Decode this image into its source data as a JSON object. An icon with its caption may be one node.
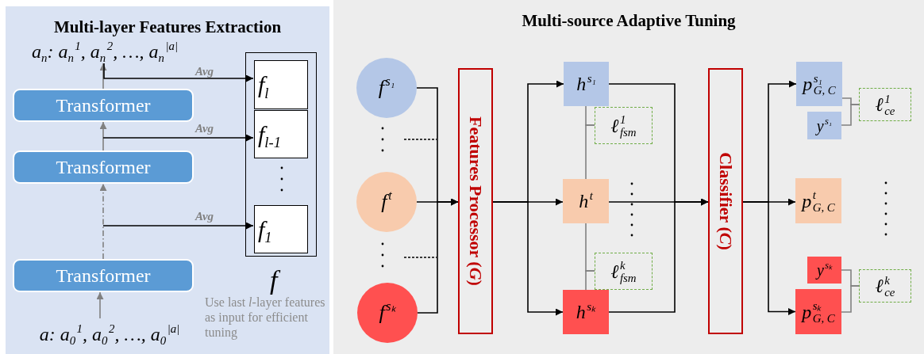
{
  "diagram": {
    "nodes": [
      {
        "text": [
          "Multi-layer Features Extraction"
        ]
      },
      {
        "text": [
          "a$_{n}$: a$_{n}$$^{1}$, a$_{n}$$^{2}$, …, a$_{n}$$^{|a|}$"
        ],
        "in": 0
      },
      {
        "text": [
          "Transformer"
        ],
        "in": 0
      },
      {
        "text": [
          "Transformer"
        ],
        "in": 0
      },
      {
        "text": [
          "Transformer"
        ],
        "in": 0
      },
      {
        "text": [
          "a: a$_{0}$$^{1}$, a$_{0}$$^{2}$, …, a$_{0}$$^{|a|}$"
        ],
        "in": 0
      },
      {
        "text": [
          "f"
        ],
        "in": 0
      },
      {
        "text": [
          "f$_{l}$"
        ],
        "in": 6
      },
      {
        "text": [
          "f$_{l-1}$"
        ],
        "in": 6
      },
      {
        "text": [
          "f$_{1}$"
        ],
        "in": 6
      },
      {
        "text": [
          "Multi-source Adaptive Tuning"
        ]
      },
      {
        "text": [
          "f$^{s₁}$"
        ],
        "in": 10
      },
      {
        "text": [
          "f$^{t}$"
        ],
        "in": 10
      },
      {
        "text": [
          "f$^{sₖ}$"
        ],
        "in": 10
      },
      {
        "text": [
          "Features Processor (*G*)"
        ],
        "in": 10
      },
      {
        "text": [
          "h$^{s₁}$"
        ],
        "in": 10
      },
      {
        "text": [
          "h$^{t}$"
        ],
        "in": 10
      },
      {
        "text": [
          "h$^{sₖ}$"
        ],
        "in": 10
      },
      {
        "text": [
          "ℓ$^{1}$$_{fsm}$"
        ],
        "in": 10
      },
      {
        "text": [
          "ℓ$^{k}$$_{fsm}$"
        ],
        "in": 10
      },
      {
        "text": [
          "Classifier (*C*)"
        ],
        "in": 10
      },
      {
        "text": [
          "p$^{s₁}$$_{G, C}$"
        ],
        "in": 10
      },
      {
        "text": [
          "y$^{s₁}$"
        ],
        "in": 10
      },
      {
        "text": [
          "p$^{t}$$_{G, C}$"
        ],
        "in": 10
      },
      {
        "text": [
          "y$^{sₖ}$"
        ],
        "in": 10
      },
      {
        "text": [
          "p$^{sₖ}$$_{G, C}$"
        ],
        "in": 10
      },
      {
        "text": [
          "ℓ$^{1}$$_{ce}$"
        ],
        "in": 10
      },
      {
        "text": [
          "ℓ$^{k}$$_{ce}$"
        ],
        "in": 10
      }
    ],
    "edges": [
      {
        "from": 5,
        "to": 4,
        "arrow": "to",
        "color": "#808080"
      },
      {
        "from": 4,
        "to": 3,
        "arrow": "to",
        "style": "dashed",
        "color": "#808080"
      },
      {
        "from": 3,
        "to": 2,
        "arrow": "to",
        "color": "#808080"
      },
      {
        "from": 2,
        "to": 1,
        "arrow": "to",
        "color": "#808080"
      },
      {
        "from": 1,
        "to": 7,
        "arrow": "to",
        "label": "Avg"
      },
      {
        "from": null,
        "to": 8,
        "arrow": "to",
        "label": "Avg"
      },
      {
        "from": null,
        "to": 9,
        "arrow": "to",
        "label": "Avg"
      },
      {
        "from": 11,
        "to": 14,
        "arrow": "to"
      },
      {
        "from": 12,
        "to": 14,
        "arrow": "to"
      },
      {
        "from": 13,
        "to": 14,
        "arrow": "to"
      },
      {
        "from": 14,
        "to": 15,
        "arrow": "to"
      },
      {
        "from": 14,
        "to": 16,
        "arrow": "to"
      },
      {
        "from": 14,
        "to": 17,
        "arrow": "to"
      },
      {
        "from": 15,
        "to": 20,
        "arrow": "to"
      },
      {
        "from": 16,
        "to": 20,
        "arrow": "to"
      },
      {
        "from": 17,
        "to": 20,
        "arrow": "to"
      },
      {
        "from": 15,
        "to": 18,
        "arrow": "none",
        "color": "#808080"
      },
      {
        "from": 16,
        "to": 18,
        "arrow": "none",
        "color": "#808080"
      },
      {
        "from": 16,
        "to": 19,
        "arrow": "none",
        "color": "#808080"
      },
      {
        "from": 17,
        "to": 19,
        "arrow": "none",
        "color": "#808080"
      },
      {
        "from": 20,
        "to": 21,
        "arrow": "to"
      },
      {
        "from": 20,
        "to": 23,
        "arrow": "to"
      },
      {
        "from": 20,
        "to": 25,
        "arrow": "to"
      },
      {
        "from": 21,
        "to": 26,
        "arrow": "none",
        "color": "#808080"
      },
      {
        "from": 22,
        "to": 26,
        "arrow": "none",
        "color": "#808080"
      },
      {
        "from": 24,
        "to": 27,
        "arrow": "none",
        "color": "#808080"
      },
      {
        "from": 25,
        "to": 27,
        "arrow": "none",
        "color": "#808080"
      }
    ],
    "labels": [
      "Use last *l*-layer features as input for efficient tuning"
    ]
  }
}
